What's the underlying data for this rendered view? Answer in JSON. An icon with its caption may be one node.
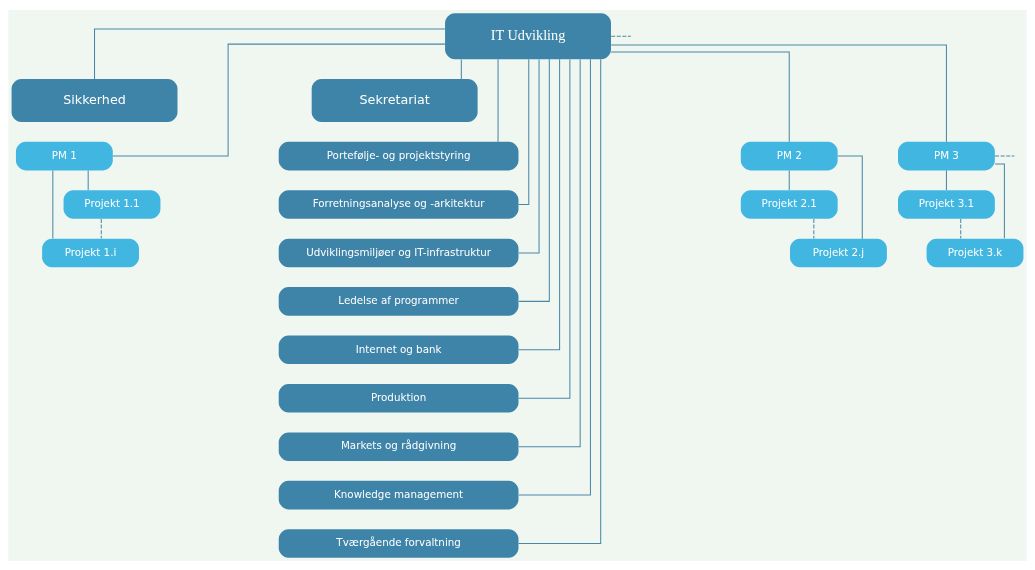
{
  "diagram": {
    "nodes": [
      {
        "text": [
          "IT Udvikling"
        ]
      },
      {
        "text": [
          "Sekretariat"
        ]
      },
      {
        "text": [
          "Sikkerhed"
        ]
      },
      {
        "text": [
          "Portefølje- og projektstyring"
        ]
      },
      {
        "text": [
          "Forretningsanalyse og -arkitektur"
        ]
      },
      {
        "text": [
          "Udviklingsmiljøer og IT-infrastruktur"
        ]
      },
      {
        "text": [
          "Ledelse af programmer"
        ]
      },
      {
        "text": [
          "Internet og bank"
        ]
      },
      {
        "text": [
          "Produktion"
        ]
      },
      {
        "text": [
          "Markets og rådgivning"
        ]
      },
      {
        "text": [
          "Knowledge management"
        ]
      },
      {
        "text": [
          "Tværgående forvaltning"
        ]
      },
      {
        "text": [
          "PM 1"
        ]
      },
      {
        "text": [
          "Projekt 1.1"
        ]
      },
      {
        "text": [
          "Projekt 1.i"
        ]
      },
      {
        "text": [
          "PM 2"
        ]
      },
      {
        "text": [
          "Projekt 2.1"
        ]
      },
      {
        "text": [
          "Projekt 2.j"
        ]
      },
      {
        "text": [
          "PM 3"
        ]
      },
      {
        "text": [
          "Projekt 3.1"
        ]
      },
      {
        "text": [
          "Projekt 3.k"
        ]
      }
    ],
    "edges": [
      {
        "from": 0,
        "to": 1,
        "arrow": "none"
      },
      {
        "from": 0,
        "to": 2,
        "arrow": "none"
      },
      {
        "from": 0,
        "to": 3,
        "arrow": "none"
      },
      {
        "from": 0,
        "to": 4,
        "arrow": "none"
      },
      {
        "from": 0,
        "to": 5,
        "arrow": "none"
      },
      {
        "from": 0,
        "to": 6,
        "arrow": "none"
      },
      {
        "from": 0,
        "to": 7,
        "arrow": "none"
      },
      {
        "from": 0,
        "to": 8,
        "arrow": "none"
      },
      {
        "from": 0,
        "to": 9,
        "arrow": "none"
      },
      {
        "from": 0,
        "to": 10,
        "arrow": "none"
      },
      {
        "from": 0,
        "to": 11,
        "arrow": "none"
      },
      {
        "from": 0,
        "to": 12,
        "arrow": "none"
      },
      {
        "from": 0,
        "to": 15,
        "arrow": "none"
      },
      {
        "from": 0,
        "to": 18,
        "arrow": "none"
      },
      {
        "from": 0,
        "to": null,
        "arrow": "none",
        "style": "dashed"
      },
      {
        "from": 12,
        "to": 13,
        "arrow": "none"
      },
      {
        "from": 12,
        "to": 14,
        "arrow": "none"
      },
      {
        "from": 13,
        "to": 14,
        "arrow": "none",
        "style": "dashed"
      },
      {
        "from": 15,
        "to": 16,
        "arrow": "none"
      },
      {
        "from": 15,
        "to": 17,
        "arrow": "none"
      },
      {
        "from": 16,
        "to": 17,
        "arrow": "none",
        "style": "dashed"
      },
      {
        "from": 18,
        "to": 19,
        "arrow": "none"
      },
      {
        "from": 18,
        "to": 20,
        "arrow": "none"
      },
      {
        "from": 19,
        "to": 20,
        "arrow": "none",
        "style": "dashed"
      },
      {
        "from": 18,
        "to": null,
        "arrow": "none",
        "style": "dashed"
      }
    ]
  }
}
